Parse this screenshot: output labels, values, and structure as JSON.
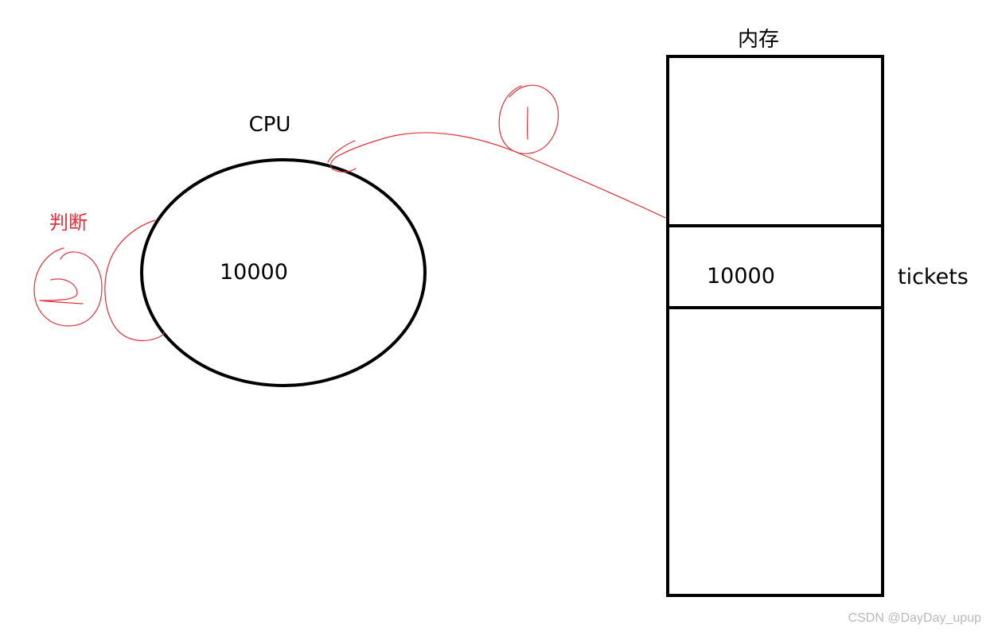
{
  "labels": {
    "memory_title": "内存",
    "cpu_title": "CPU",
    "cpu_value": "10000",
    "memory_value": "10000",
    "variable_name": "tickets",
    "step2_label": "判断"
  },
  "watermark": "CSDN @DayDay_upup",
  "colors": {
    "ink": "#000000",
    "annotation": "#e0303a",
    "watermark": "#b8b8b8"
  }
}
